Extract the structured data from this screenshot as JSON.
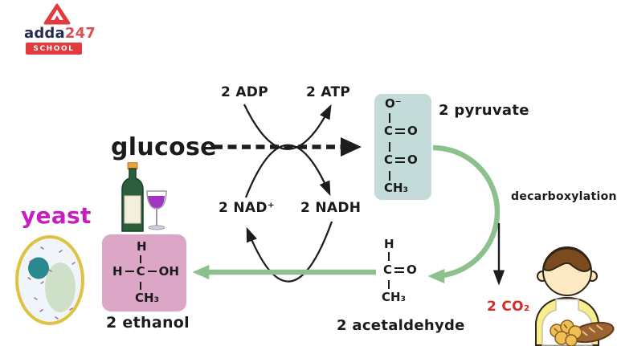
{
  "logo": {
    "brand": "adda",
    "suffix": "247",
    "badge": "SCHOOL"
  },
  "labels": {
    "glucose": "glucose",
    "adp": "2 ADP",
    "atp": "2 ATP",
    "nad": "2 NAD⁺",
    "nadh": "2 NADH",
    "pyruvate": "2 pyruvate",
    "decarboxylation": "decarboxylation",
    "co2": "2 CO₂",
    "acetaldehyde": "2 acetaldehyde",
    "ethanol": "2 ethanol",
    "yeast": "yeast"
  },
  "structures": {
    "pyruvate": {
      "o_minus": "O⁻",
      "c": "C",
      "o": "O",
      "ch3": "CH₃"
    },
    "acetaldehyde": {
      "h": "H",
      "c": "C",
      "o": "O",
      "ch3": "CH₃"
    },
    "ethanol": {
      "h_top": "H",
      "h_left": "H",
      "c": "C",
      "oh": "OH",
      "ch3": "CH₃"
    }
  },
  "icons": {
    "logo_mark": "adda247-triangle-logo",
    "yeast_cell": "yeast-cell-illustration",
    "wine": "wine-bottle-and-glass-illustration",
    "baker": "baker-with-bread-illustration"
  },
  "colors": {
    "teal_box": "#c3dcda",
    "pink_box": "#dca7c6",
    "green_arrow": "#8cc08d",
    "arrow_black": "#1d1d1d",
    "co2_red": "#d32d26",
    "yeast_magenta": "#c81ec0",
    "logo_red": "#e23b3e"
  }
}
